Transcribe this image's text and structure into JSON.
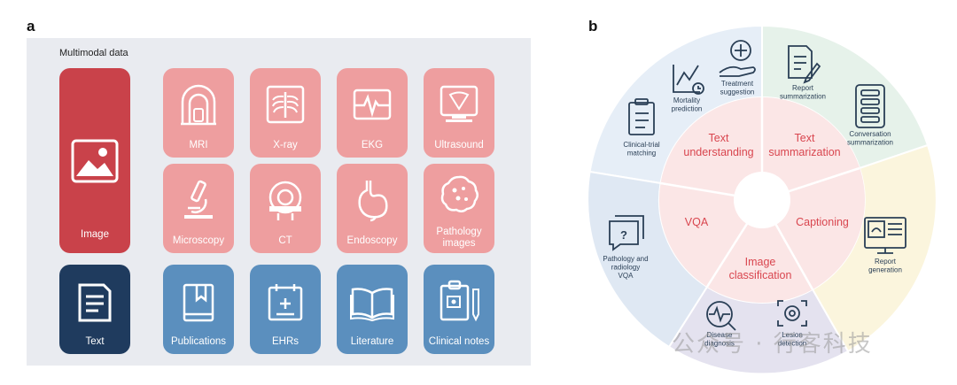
{
  "panel_a": {
    "letter": "a",
    "title": "Multimodal data",
    "tiles": {
      "image": "Image",
      "text": "Text",
      "mri": "MRI",
      "xray": "X-ray",
      "ekg": "EKG",
      "ultrasound": "Ultrasound",
      "microscopy": "Microscopy",
      "ct": "CT",
      "endoscopy": "Endoscopy",
      "pathology": [
        "Pathology",
        "images"
      ],
      "publications": "Publications",
      "ehrs": "EHRs",
      "literature": "Literature",
      "clinical_notes": "Clinical notes"
    },
    "colors": {
      "background": "#e9ebf0",
      "image_tile": "#c9424a",
      "text_tile": "#1f3b5e",
      "pink": "#ee9e9f",
      "blue": "#5b8fbe"
    }
  },
  "panel_b": {
    "letter": "b",
    "inner": {
      "text_understanding": [
        "Text",
        "understanding"
      ],
      "text_summarization": [
        "Text",
        "summarization"
      ],
      "captioning": "Captioning",
      "image_classification": [
        "Image",
        "classification"
      ],
      "vqa": "VQA"
    },
    "outer": {
      "treatment": [
        "Treatment",
        "suggestion"
      ],
      "mortality": [
        "Mortality",
        "prediction"
      ],
      "clinical_trial": [
        "Clinical-trial",
        "matching"
      ],
      "report_summ": [
        "Report",
        "summarization"
      ],
      "conversation": [
        "Conversation",
        "summarization"
      ],
      "report_gen": [
        "Report",
        "generation"
      ],
      "lesion": [
        "Lesion",
        "detection"
      ],
      "disease": [
        "Disease",
        "diagnosis"
      ],
      "pathology_vqa": [
        "Pathology and",
        "radiology",
        "VQA"
      ]
    },
    "colors": {
      "inner_fill": "#fbe6e6",
      "inner_text": "#d9464f",
      "understanding_bg": "#e6eef7",
      "summarization_bg": "#e6f2ea",
      "captioning_bg": "#fbf5dd",
      "classification_bg": "#e4e2ef",
      "vqa_bg": "#dfe8f3"
    }
  },
  "watermark": "公众号 · 行客科技"
}
